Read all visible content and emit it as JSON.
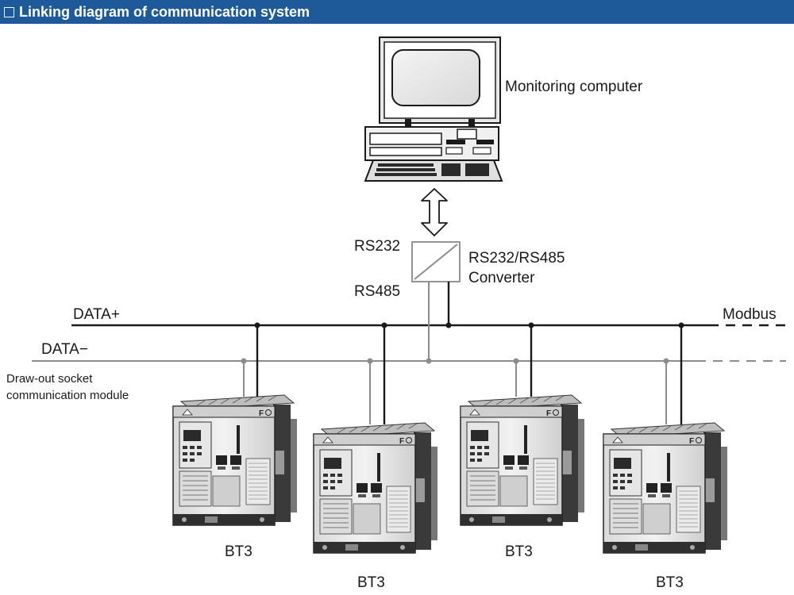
{
  "title": "Linking diagram of communication system",
  "labels": {
    "computer": "Monitoring computer",
    "rs232": "RS232",
    "rs485": "RS485",
    "converter_line1": "RS232/RS485",
    "converter_line2": "Converter",
    "data_plus": "DATA+",
    "data_minus": "DATA−",
    "modbus": "Modbus",
    "socket_line1": "Draw-out socket",
    "socket_line2": "communication module"
  },
  "breakers": [
    {
      "label": "BT3"
    },
    {
      "label": "BT3"
    },
    {
      "label": "BT3"
    },
    {
      "label": "BT3"
    }
  ],
  "colors": {
    "title_bar": "#1e5a99",
    "data_plus_line": "#1a1a1a",
    "data_minus_line": "#8c8c8c"
  }
}
